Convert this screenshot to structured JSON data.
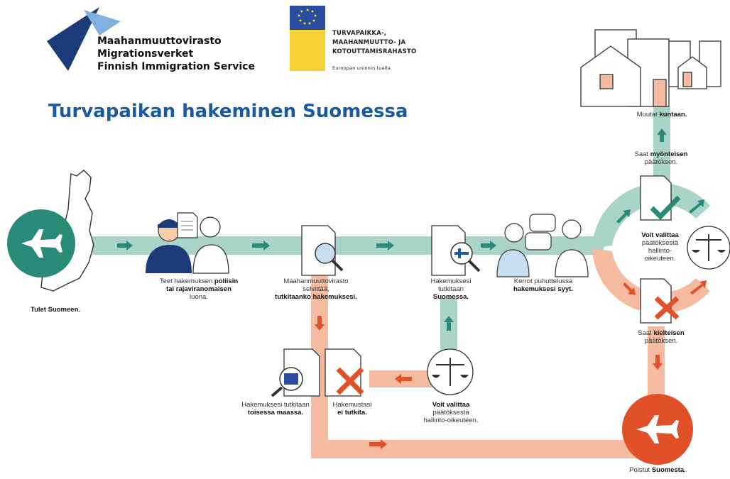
{
  "logo": {
    "lines": [
      "Maahanmuuttovirasto",
      "Migrationsverket",
      "Finnish Immigration Service"
    ]
  },
  "fund": {
    "lines": [
      "TURVAPAIKKA-,",
      "MAAHANMUUTTO- JA",
      "KOTOUTTAMISRAHASTO"
    ],
    "support": "Euroopan unionin tuella"
  },
  "title": "Turvapaikan hakeminen Suomessa",
  "steps": {
    "arrive": {
      "b1": "Tulet Suomeen."
    },
    "apply": {
      "t1": "Teet hakemuksen ",
      "b1": "poliisin",
      "b2": "tai rajaviranomaisen",
      "t2": "luona."
    },
    "migri": {
      "t1": "Maahanmuuttovirasto",
      "t2": "selvittää,",
      "b1": "tutkitaanko hakemuksesi."
    },
    "examined_fi": {
      "t1": "Hakemuksesi",
      "t2": "tutkitaan",
      "b1": "Suomessa."
    },
    "interview": {
      "t1": "Kerrot puhuttelussa",
      "b1": "hakemuksesi syyt."
    },
    "positive": {
      "t1": "Saat ",
      "b1": "myönteisen",
      "t2": "päätöksen."
    },
    "move": {
      "t1": "Muutat ",
      "b1": "kuntaan."
    },
    "appeal_right": {
      "b1": "Voit valittaa",
      "t1": "päätöksestä",
      "t2": "hallinto-",
      "t3": "oikeuteen."
    },
    "negative": {
      "t1": "Saat ",
      "b1": "kielteisen",
      "t2": "päätöksen."
    },
    "leave": {
      "t1": "Poistut ",
      "b1": "Suomesta."
    },
    "other_country": {
      "t1": "Hakemuksesi tutkitaan",
      "b1": "toisessa maassa."
    },
    "not_examined": {
      "t1": "Hakemustasi",
      "b1": "ei tutkita."
    },
    "appeal_bottom": {
      "b1": "Voit valittaa",
      "t1": "päätöksestä",
      "t2": "hallinto-oikeuteen."
    }
  },
  "colors": {
    "green": "#2a8a78",
    "green_light": "#a9d4c7",
    "orange": "#e2502a",
    "orange_light": "#f5bba0",
    "blue": "#1c5a9e",
    "navy": "#1d3b78"
  },
  "icons": [
    "plane-icon",
    "finland-map-icon",
    "police-officer-icon",
    "document-icon",
    "magnifier-icon",
    "finnish-flag-icon",
    "speech-bubble-icon",
    "checkmark-icon",
    "scales-icon",
    "cross-icon",
    "eu-flag-icon",
    "house-icon"
  ]
}
